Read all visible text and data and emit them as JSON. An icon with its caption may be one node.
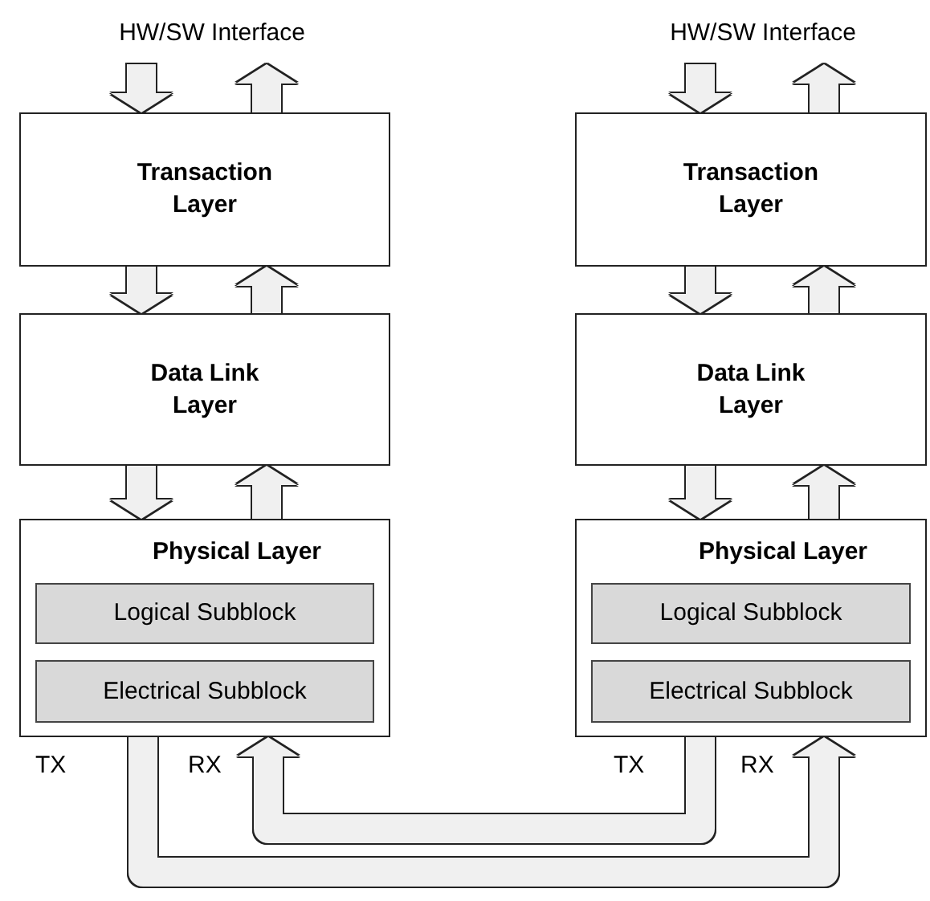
{
  "diagram": {
    "nodes": [
      {
        "text": [
          "HW/SW Interface"
        ]
      },
      {
        "text": [
          "Transaction Layer"
        ]
      },
      {
        "text": [
          "Data Link Layer"
        ]
      },
      {
        "text": [
          "Physical Layer"
        ]
      },
      {
        "text": [
          "Logical Subblock"
        ],
        "in": 3
      },
      {
        "text": [
          "Electrical Subblock"
        ],
        "in": 3
      },
      {
        "text": [
          "HW/SW Interface"
        ]
      },
      {
        "text": [
          "Transaction Layer"
        ]
      },
      {
        "text": [
          "Data Link Layer"
        ]
      },
      {
        "text": [
          "Physical Layer"
        ]
      },
      {
        "text": [
          "Logical Subblock"
        ],
        "in": 9
      },
      {
        "text": [
          "Electrical Subblock"
        ],
        "in": 9
      }
    ],
    "edges": [
      {
        "from": 0,
        "to": 1,
        "arrow": "to"
      },
      {
        "from": 1,
        "to": 0,
        "arrow": "to"
      },
      {
        "from": 1,
        "to": 2,
        "arrow": "to"
      },
      {
        "from": 2,
        "to": 1,
        "arrow": "to"
      },
      {
        "from": 2,
        "to": 3,
        "arrow": "to"
      },
      {
        "from": 3,
        "to": 2,
        "arrow": "to"
      },
      {
        "from": 6,
        "to": 7,
        "arrow": "to"
      },
      {
        "from": 7,
        "to": 6,
        "arrow": "to"
      },
      {
        "from": 7,
        "to": 8,
        "arrow": "to"
      },
      {
        "from": 8,
        "to": 7,
        "arrow": "to"
      },
      {
        "from": 8,
        "to": 9,
        "arrow": "to"
      },
      {
        "from": 9,
        "to": 8,
        "arrow": "to"
      },
      {
        "from": 3,
        "to": 9,
        "arrow": "to"
      },
      {
        "from": 9,
        "to": 3,
        "arrow": "to"
      }
    ],
    "labels": [
      "TX",
      "RX",
      "TX",
      "RX"
    ]
  }
}
